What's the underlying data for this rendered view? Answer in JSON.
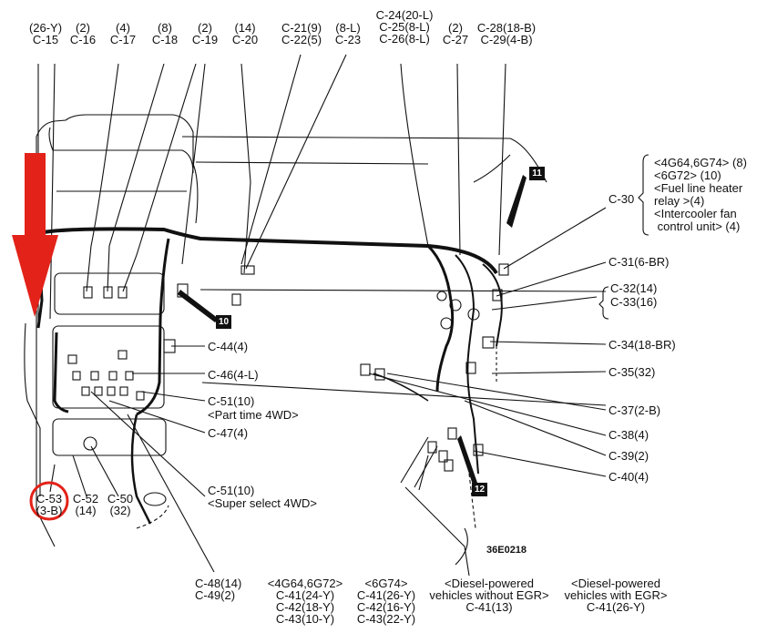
{
  "colors": {
    "arrow": "#e32219",
    "circle": "#e32219",
    "ink": "#111111"
  },
  "figure_code": "36E0218",
  "badges": [
    "11",
    "10",
    "12"
  ],
  "top_labels": [
    {
      "id": "c15",
      "line1": "(26-Y)",
      "line2": "C-15"
    },
    {
      "id": "c16",
      "line1": "(2)",
      "line2": "C-16"
    },
    {
      "id": "c17",
      "line1": "(4)",
      "line2": "C-17"
    },
    {
      "id": "c18",
      "line1": "(8)",
      "line2": "C-18"
    },
    {
      "id": "c19",
      "line1": "(2)",
      "line2": "C-19"
    },
    {
      "id": "c20",
      "line1": "(14)",
      "line2": "C-20"
    },
    {
      "id": "c21",
      "line1": "C-21(9)",
      "line2": "C-22(5)"
    },
    {
      "id": "c23",
      "line1": "(8-L)",
      "line2": "C-23"
    },
    {
      "id": "c24",
      "line1": "C-24(20-L)",
      "line2": "C-25(8-L)",
      "line3": "C-26(8-L)"
    },
    {
      "id": "c27",
      "line1": "(2)",
      "line2": "C-27"
    },
    {
      "id": "c28",
      "line1": "C-28(18-B)",
      "line2": "C-29(4-B)"
    }
  ],
  "right_labels": {
    "c30": "C-30",
    "c30_note": [
      "<4G64,6G74> (8)",
      "<6G72> (10)",
      "<Fuel line heater",
      "relay >(4)",
      "<Intercooler fan",
      " control unit> (4)"
    ],
    "c31": "C-31(6-BR)",
    "c32": "C-32(14)",
    "c33": "C-33(16)",
    "c34": "C-34(18-BR)",
    "c35": "C-35(32)",
    "c37": "C-37(2-B)",
    "c38": "C-38(4)",
    "c39": "C-39(2)",
    "c40": "C-40(4)"
  },
  "middle_labels": {
    "c44": "C-44(4)",
    "c46": "C-46(4-L)",
    "c51a": "C-51(10)",
    "c51a_note": "<Part time 4WD>",
    "c47": "C-47(4)",
    "c51b": "C-51(10)",
    "c51b_note": "<Super select 4WD>"
  },
  "bottom_left": {
    "c53": [
      "C-53",
      "(3-B)"
    ],
    "c52": [
      "C-52",
      "(14)"
    ],
    "c50": [
      "C-50",
      "(32)"
    ],
    "c48": [
      "C-48(14)",
      "C-49(2)"
    ]
  },
  "bottom_table": [
    [
      "<4G64,6G72>",
      "C-41(24-Y)",
      "C-42(18-Y)",
      "C-43(10-Y)"
    ],
    [
      "<6G74>",
      "C-41(26-Y)",
      "C-42(16-Y)",
      "C-43(22-Y)"
    ],
    [
      "<Diesel-powered",
      "vehicles without EGR>",
      "C-41(13)"
    ],
    [
      "<Diesel-powered",
      "vehicles with EGR>",
      "C-41(26-Y)"
    ]
  ]
}
